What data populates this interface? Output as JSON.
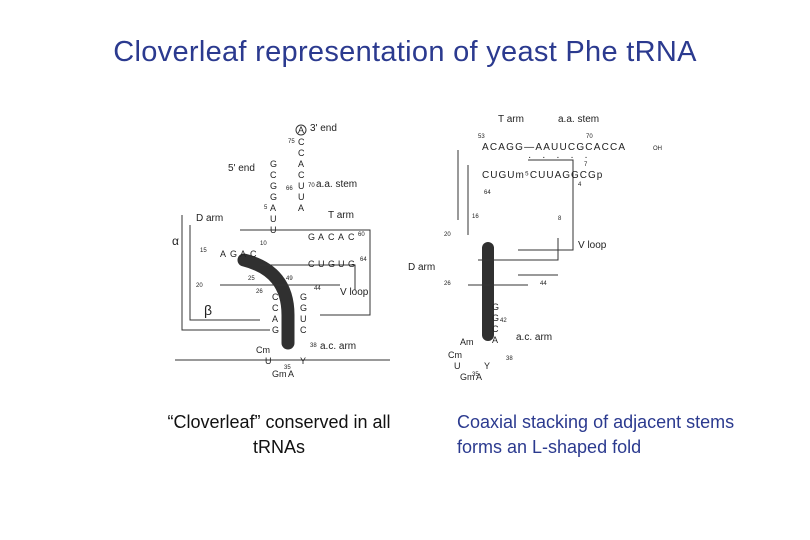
{
  "title": "Cloverleaf representation of yeast Phe tRNA",
  "left_figure": {
    "labels": {
      "three_prime_end": "3' end",
      "five_prime_end": "5' end",
      "aa_stem": "a.a. stem",
      "d_arm": "D arm",
      "t_arm": "T arm",
      "v_loop": "V loop",
      "ac_arm": "a.c. arm",
      "alpha": "α",
      "beta": "β"
    },
    "stem_3prime": [
      "A",
      "C",
      "C",
      "A",
      "C",
      "U",
      "U",
      "A"
    ],
    "stem_5prime": [
      "G",
      "C",
      "G",
      "G",
      "A",
      "U",
      "U"
    ],
    "t_row_top": [
      "G",
      "A",
      "C",
      "A",
      "C"
    ],
    "t_row_bottom": [
      "C",
      "U",
      "G",
      "U",
      "G"
    ],
    "d_row": [
      "A",
      "G",
      "A",
      "C"
    ],
    "ac_left": [
      "C",
      "C",
      "A",
      "G"
    ],
    "ac_right": [
      "G",
      "G",
      "U",
      "C"
    ],
    "anticodon": [
      "Cm",
      "U",
      "Gm",
      "A",
      "Y"
    ],
    "nums": [
      "75",
      "70",
      "66",
      "5",
      "10",
      "15",
      "20",
      "25",
      "26",
      "49",
      "44",
      "38",
      "35",
      "60",
      "64"
    ]
  },
  "right_figure": {
    "labels": {
      "t_arm": "T arm",
      "aa_stem": "a.a. stem",
      "d_arm": "D arm",
      "v_loop": "V loop",
      "ac_arm": "a.c. arm"
    },
    "aa_top": "ACAGG—AAUUCGCACCA",
    "aa_top_suffix": "OH",
    "t_bottom": "CUGUm⁵CUUAGGCGp",
    "ac_stem": [
      "G",
      "G",
      "C",
      "A",
      "Am"
    ],
    "nums": [
      "53",
      "70",
      "7",
      "64",
      "4",
      "16",
      "20",
      "8",
      "26",
      "44",
      "42",
      "38",
      "35"
    ],
    "anticodon": [
      "Cm",
      "U",
      "Gm",
      "A",
      "Y"
    ]
  },
  "captions": {
    "left": "“Cloverleaf” conserved in all tRNAs",
    "right": "Coaxial stacking of adjacent stems forms an L-shaped fold"
  }
}
